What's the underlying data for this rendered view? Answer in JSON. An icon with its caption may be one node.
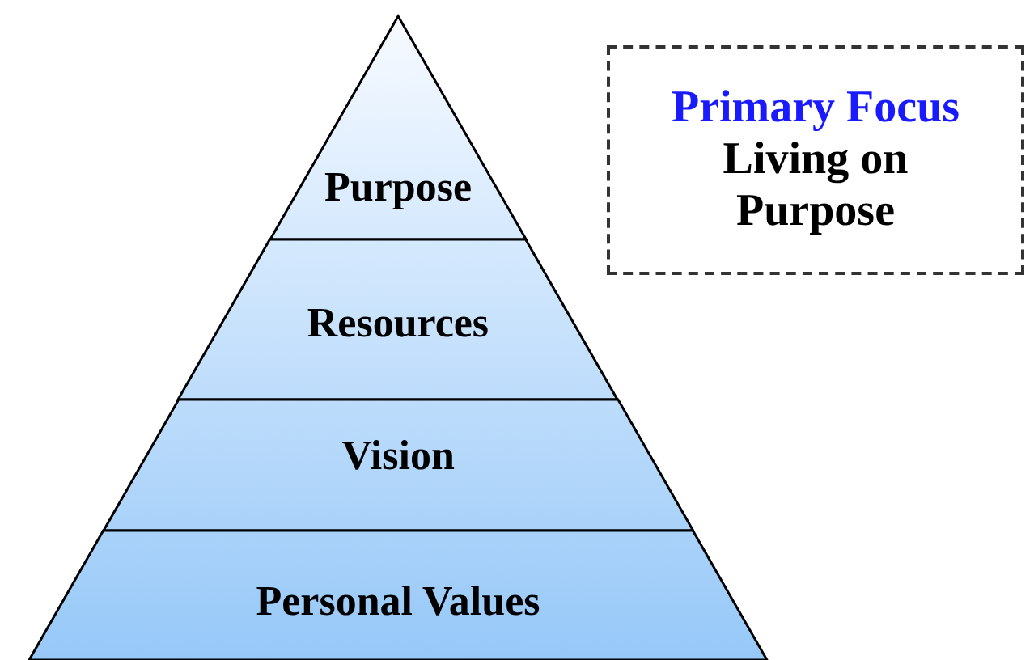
{
  "diagram": {
    "nodes": [
      {
        "text": [
          "Purpose"
        ]
      },
      {
        "text": [
          "Resources"
        ]
      },
      {
        "text": [
          "Vision"
        ]
      },
      {
        "text": [
          "Personal Values"
        ]
      },
      {
        "text": [
          "Primary Focus",
          "Living on Purpose"
        ]
      }
    ],
    "edges": []
  }
}
